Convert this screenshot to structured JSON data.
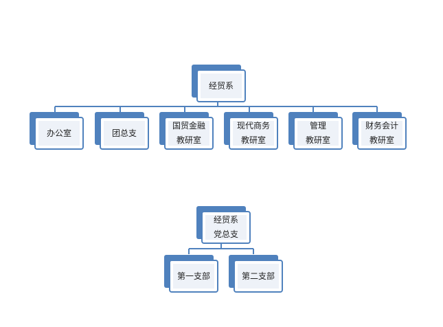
{
  "colors": {
    "accent": "#4f81bd",
    "line": "#4f81bd",
    "text_fill": "#eef2f8"
  },
  "org_chart_top": {
    "root": {
      "lines": [
        "经贸系"
      ]
    },
    "children": [
      {
        "lines": [
          "办公室"
        ]
      },
      {
        "lines": [
          "团总支"
        ]
      },
      {
        "lines": [
          "国贸金融",
          "教研室"
        ]
      },
      {
        "lines": [
          "现代商务",
          "教研室"
        ]
      },
      {
        "lines": [
          "管理",
          "教研室"
        ]
      },
      {
        "lines": [
          "财务会计",
          "教研室"
        ]
      }
    ]
  },
  "org_chart_bottom": {
    "root": {
      "lines": [
        "经贸系",
        "党总支"
      ]
    },
    "children": [
      {
        "lines": [
          "第一支部"
        ]
      },
      {
        "lines": [
          "第二支部"
        ]
      }
    ]
  }
}
